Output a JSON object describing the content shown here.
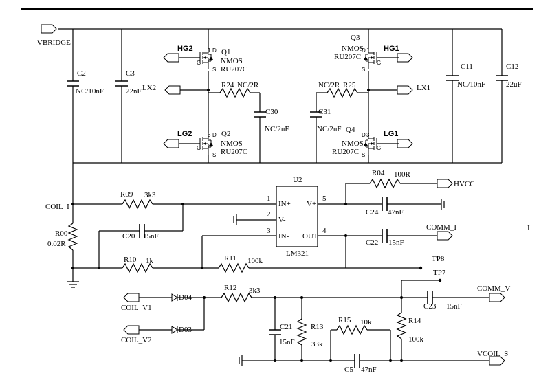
{
  "header": {
    "mark": "-"
  },
  "nets": {
    "vbridge": "VBRIDGE",
    "lx1": "LX1",
    "lx2": "LX2",
    "hg1": "HG1",
    "hg2": "HG2",
    "lg1": "LG1",
    "lg2": "LG2",
    "coil_i": "COIL_I",
    "hvcc": "HVCC",
    "comm_i": "COMM_I",
    "comm_v": "COMM_V",
    "coil_v1": "COIL_V1",
    "coil_v2": "COIL_V2",
    "vcoil_s": "VCOIL_S",
    "tp7": "TP7",
    "tp8": "TP8"
  },
  "mosfets": [
    {
      "ref": "Q1",
      "type": "NMOS",
      "part": "RU207C",
      "pins": {
        "g": "G",
        "s": "S",
        "d": "D",
        "n": "1"
      }
    },
    {
      "ref": "Q2",
      "type": "NMOS",
      "part": "RU207C",
      "pins": {
        "g": "G",
        "s": "S",
        "d": "D",
        "n": "3"
      }
    },
    {
      "ref": "Q3",
      "type": "NMOS",
      "part": "RU207C",
      "pins": {
        "g": "G",
        "s": "S",
        "d": "D",
        "n": "1"
      }
    },
    {
      "ref": "Q4",
      "type": "NMOS",
      "part": "RU207C",
      "pins": {
        "g": "G",
        "s": "S",
        "d": "D",
        "n": "3"
      }
    }
  ],
  "caps": {
    "c2": {
      "ref": "C2",
      "value": "NC/10nF"
    },
    "c3": {
      "ref": "C3",
      "value": "22nF"
    },
    "c11": {
      "ref": "C11",
      "value": "NC/10nF"
    },
    "c12": {
      "ref": "C12",
      "value": "22uF"
    },
    "c30": {
      "ref": "C30",
      "value": "NC/2nF"
    },
    "c31": {
      "ref": "C31",
      "value": "NC/2nF"
    },
    "c20": {
      "ref": "C20",
      "value": "15nF"
    },
    "c24": {
      "ref": "C24",
      "value": "47nF"
    },
    "c22": {
      "ref": "C22",
      "value": "15nF"
    },
    "c21": {
      "ref": "C21",
      "value": "15nF"
    },
    "c23": {
      "ref": "C23",
      "value": "15nF"
    },
    "c5": {
      "ref": "C5",
      "value": "47nF"
    }
  },
  "resistors": {
    "r24": {
      "ref": "R24",
      "value": "NC/2R"
    },
    "r25": {
      "ref": "R25",
      "value": "NC/2R"
    },
    "r09": {
      "ref": "R09",
      "value": "3k3"
    },
    "r00": {
      "ref": "R00",
      "value": "0.02R"
    },
    "r10": {
      "ref": "R10",
      "value": "1k"
    },
    "r11": {
      "ref": "R11",
      "value": "100k"
    },
    "r04": {
      "ref": "R04",
      "value": "100R"
    },
    "r12": {
      "ref": "R12",
      "value": "3k3"
    },
    "r13": {
      "ref": "R13",
      "value": "33k"
    },
    "r15": {
      "ref": "R15",
      "value": "10k"
    },
    "r14": {
      "ref": "R14",
      "value": "100k"
    }
  },
  "diodes": {
    "d04": "D04",
    "d03": "D03"
  },
  "opamp": {
    "ref": "U2",
    "part": "LM321",
    "pins": {
      "in_p": "IN+",
      "vp": "V+",
      "vm": "V-",
      "in_m": "IN-",
      "out": "OUT"
    },
    "pin_numbers": {
      "in_p": "1",
      "vm": "2",
      "in_m": "3",
      "out": "4",
      "vp": "5"
    }
  },
  "edge_mark": "I"
}
